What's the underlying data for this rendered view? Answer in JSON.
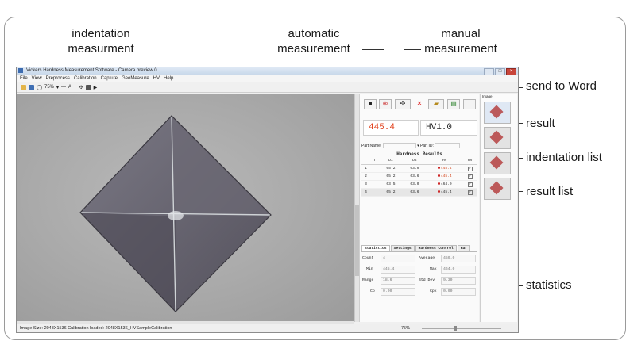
{
  "callouts": {
    "indentation": [
      "indentation",
      "measurment"
    ],
    "automatic": [
      "automatic",
      "measurement"
    ],
    "manual": [
      "manual",
      "measurement"
    ],
    "send_to_word": "send to Word",
    "result": "result",
    "indentation_list": "indentation list",
    "result_list": "result list",
    "statistics": "statistics"
  },
  "window": {
    "title": "Vickers Hardness Measurement Software - Camera preview 0",
    "menu": [
      "File",
      "View",
      "Preprocess",
      "Calibration",
      "Capture",
      "GeoMeasure",
      "HV",
      "Help"
    ],
    "toolbar_zoom": "75%"
  },
  "result": {
    "value": "445.4",
    "scale": "HV1.0"
  },
  "fields": {
    "part_name_label": "Part Name:",
    "part_id_label": "Part ID:"
  },
  "results_table": {
    "title": "Hardness Results",
    "headers": [
      "",
      "T",
      "D1",
      "D2",
      "HV",
      "HV"
    ],
    "rows": [
      {
        "n": "1",
        "d1": "65.2",
        "d2": "63.0",
        "hv": "445.4"
      },
      {
        "n": "2",
        "d1": "65.2",
        "d2": "63.6",
        "hv": "445.4"
      },
      {
        "n": "3",
        "d1": "63.5",
        "d2": "63.0",
        "hv": "464.0"
      },
      {
        "n": "4",
        "d1": "65.2",
        "d2": "63.6",
        "hv": "445.4"
      }
    ]
  },
  "tabs": [
    "Statistics",
    "Settings",
    "Hardness Control",
    "Har"
  ],
  "statistics": {
    "count_label": "Count",
    "count": "4",
    "average_label": "Average",
    "average": "450.0",
    "min_label": "Min",
    "min": "445.4",
    "max_label": "Max",
    "max": "464.0",
    "range_label": "Range",
    "range": "18.6",
    "std_label": "Std Dev",
    "std": "9.30",
    "cp_label": "Cp",
    "cp": "0.00",
    "cpk_label": "Cpk",
    "cpk": "0.00"
  },
  "thumbs_header": "Image",
  "statusbar": {
    "text": "Image Size: 2048X1536  Calibration loaded: 2048X1536_HVSampleCalibration",
    "zoom": "75%"
  },
  "colors": {
    "result_value": "#e1411c",
    "indent_face": "#5e5b66",
    "crack": "#d9dde0"
  }
}
